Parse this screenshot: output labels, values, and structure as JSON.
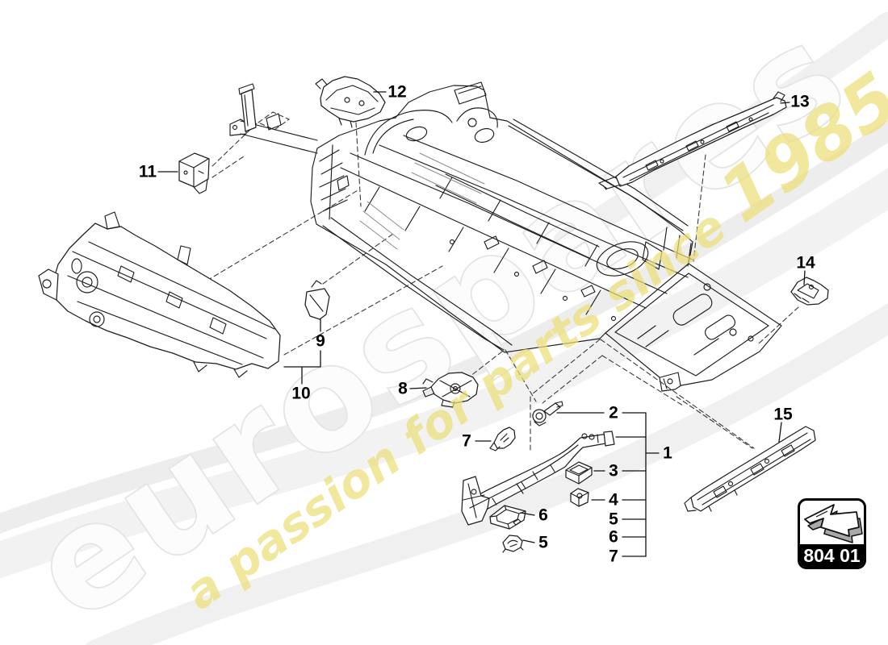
{
  "watermark": {
    "brand": "eurospares",
    "tagline_prefix": "a passion for parts since ",
    "tagline_year": "1985",
    "brand_fill": "#fcfcfc",
    "brand_stroke": "#e4e4e4",
    "tagline_color": "#ece07a"
  },
  "badge": {
    "code": "804 01",
    "icon": "direction-arrow-up-left",
    "background": "#000000",
    "text_color": "#ffffff"
  },
  "callouts": {
    "n1": "1",
    "n2": "2",
    "n3": "3",
    "n4": "4",
    "n5_right": "5",
    "n6_right": "6",
    "n7_right": "7",
    "n5_left": "5",
    "n6_left": "6",
    "n7_left": "7",
    "n8": "8",
    "n9": "9",
    "n10": "10",
    "n11": "11",
    "n12": "12",
    "n13": "13",
    "n14": "14",
    "n15": "15"
  }
}
